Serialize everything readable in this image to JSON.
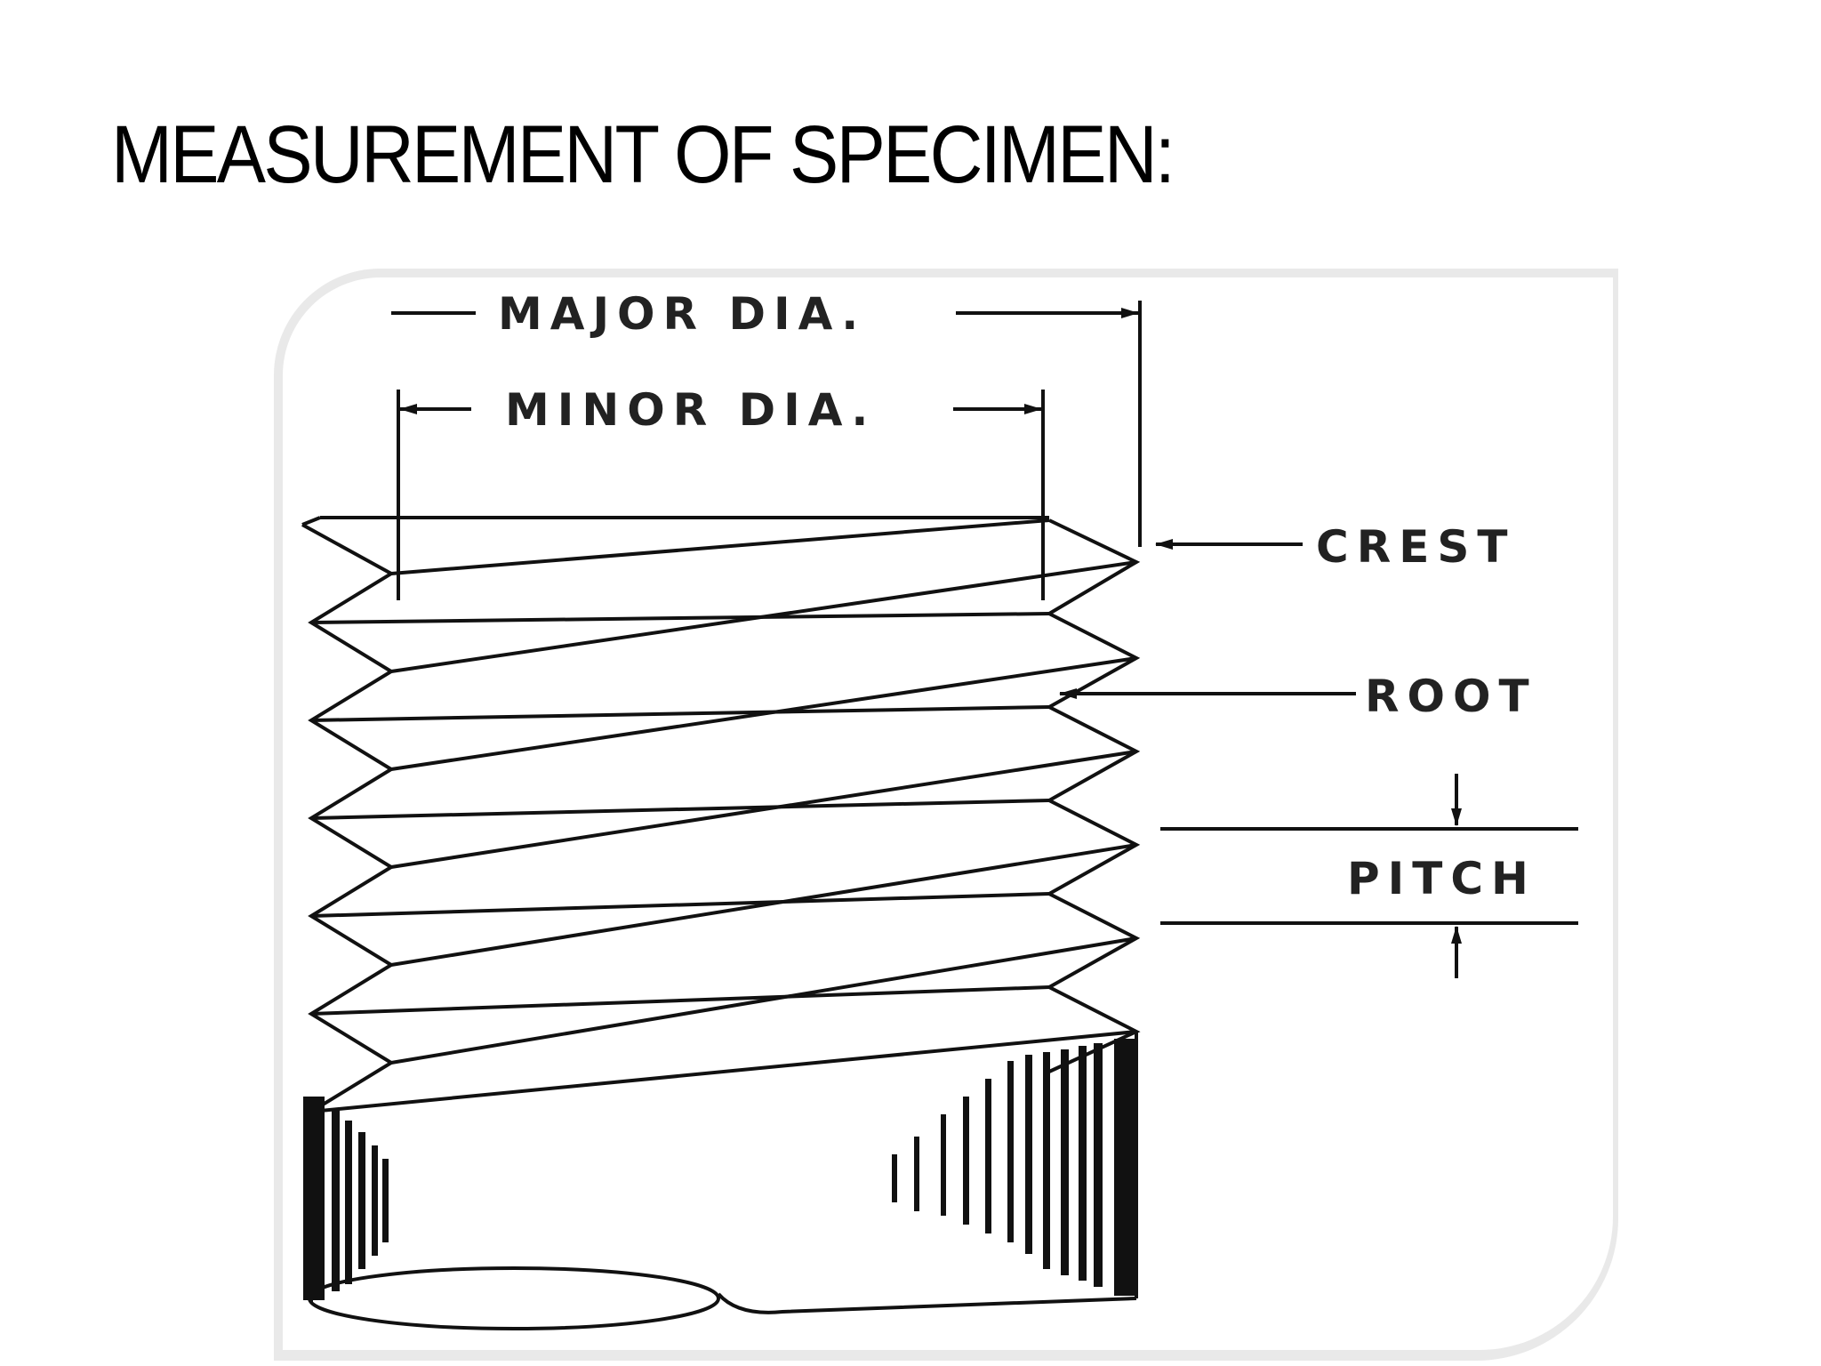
{
  "slide": {
    "title": "MEASUREMENT OF SPECIMEN:"
  },
  "diagram": {
    "labels": {
      "major_dia": "MAJOR DIA.",
      "minor_dia": "MINOR DIA.",
      "crest": "CREST",
      "root": "ROOT",
      "pitch": "PITCH"
    },
    "colors": {
      "ink": "#111111",
      "frame": "#e9e9e9",
      "background": "#ffffff"
    }
  }
}
